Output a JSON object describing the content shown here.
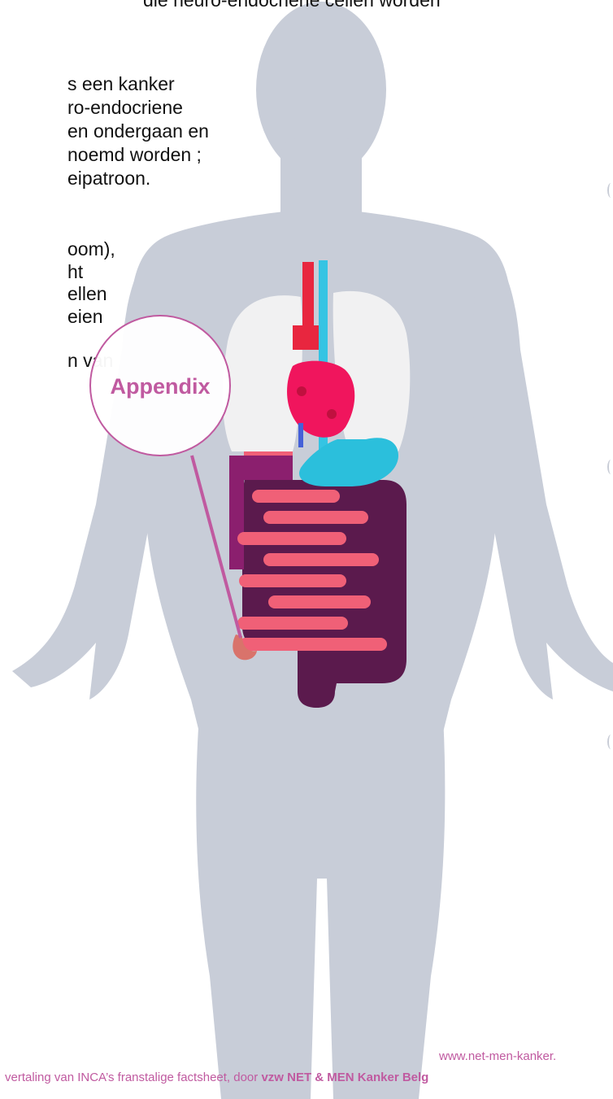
{
  "colors": {
    "silhouette": "#c8cdd8",
    "accent": "#c05aa0",
    "lungs": "#f1f1f2",
    "heart": "#f0155d",
    "artery": "#e8263f",
    "vein": "#35c4e3",
    "stomach": "#2bbfdc",
    "large_intestine": "#5b1a4d",
    "small_intestine": "#f06077",
    "appendix": "#d9736b"
  },
  "text_lines": [
    "die neuro-endocriene cellen worden",
    "s een kanker",
    "ro-endocriene",
    "en ondergaan en",
    "noemd worden ;",
    "eipatroon.",
    "oom),",
    "ht",
    "ellen",
    "eien",
    "n van"
  ],
  "callout": {
    "label": "Appendix"
  },
  "footer": {
    "url": "www.net-men-kanker.",
    "credit_prefix": "vertaling van INCA’s franstalige factsheet, door ",
    "credit_bold": "vzw NET & MEN Kanker Belg"
  }
}
